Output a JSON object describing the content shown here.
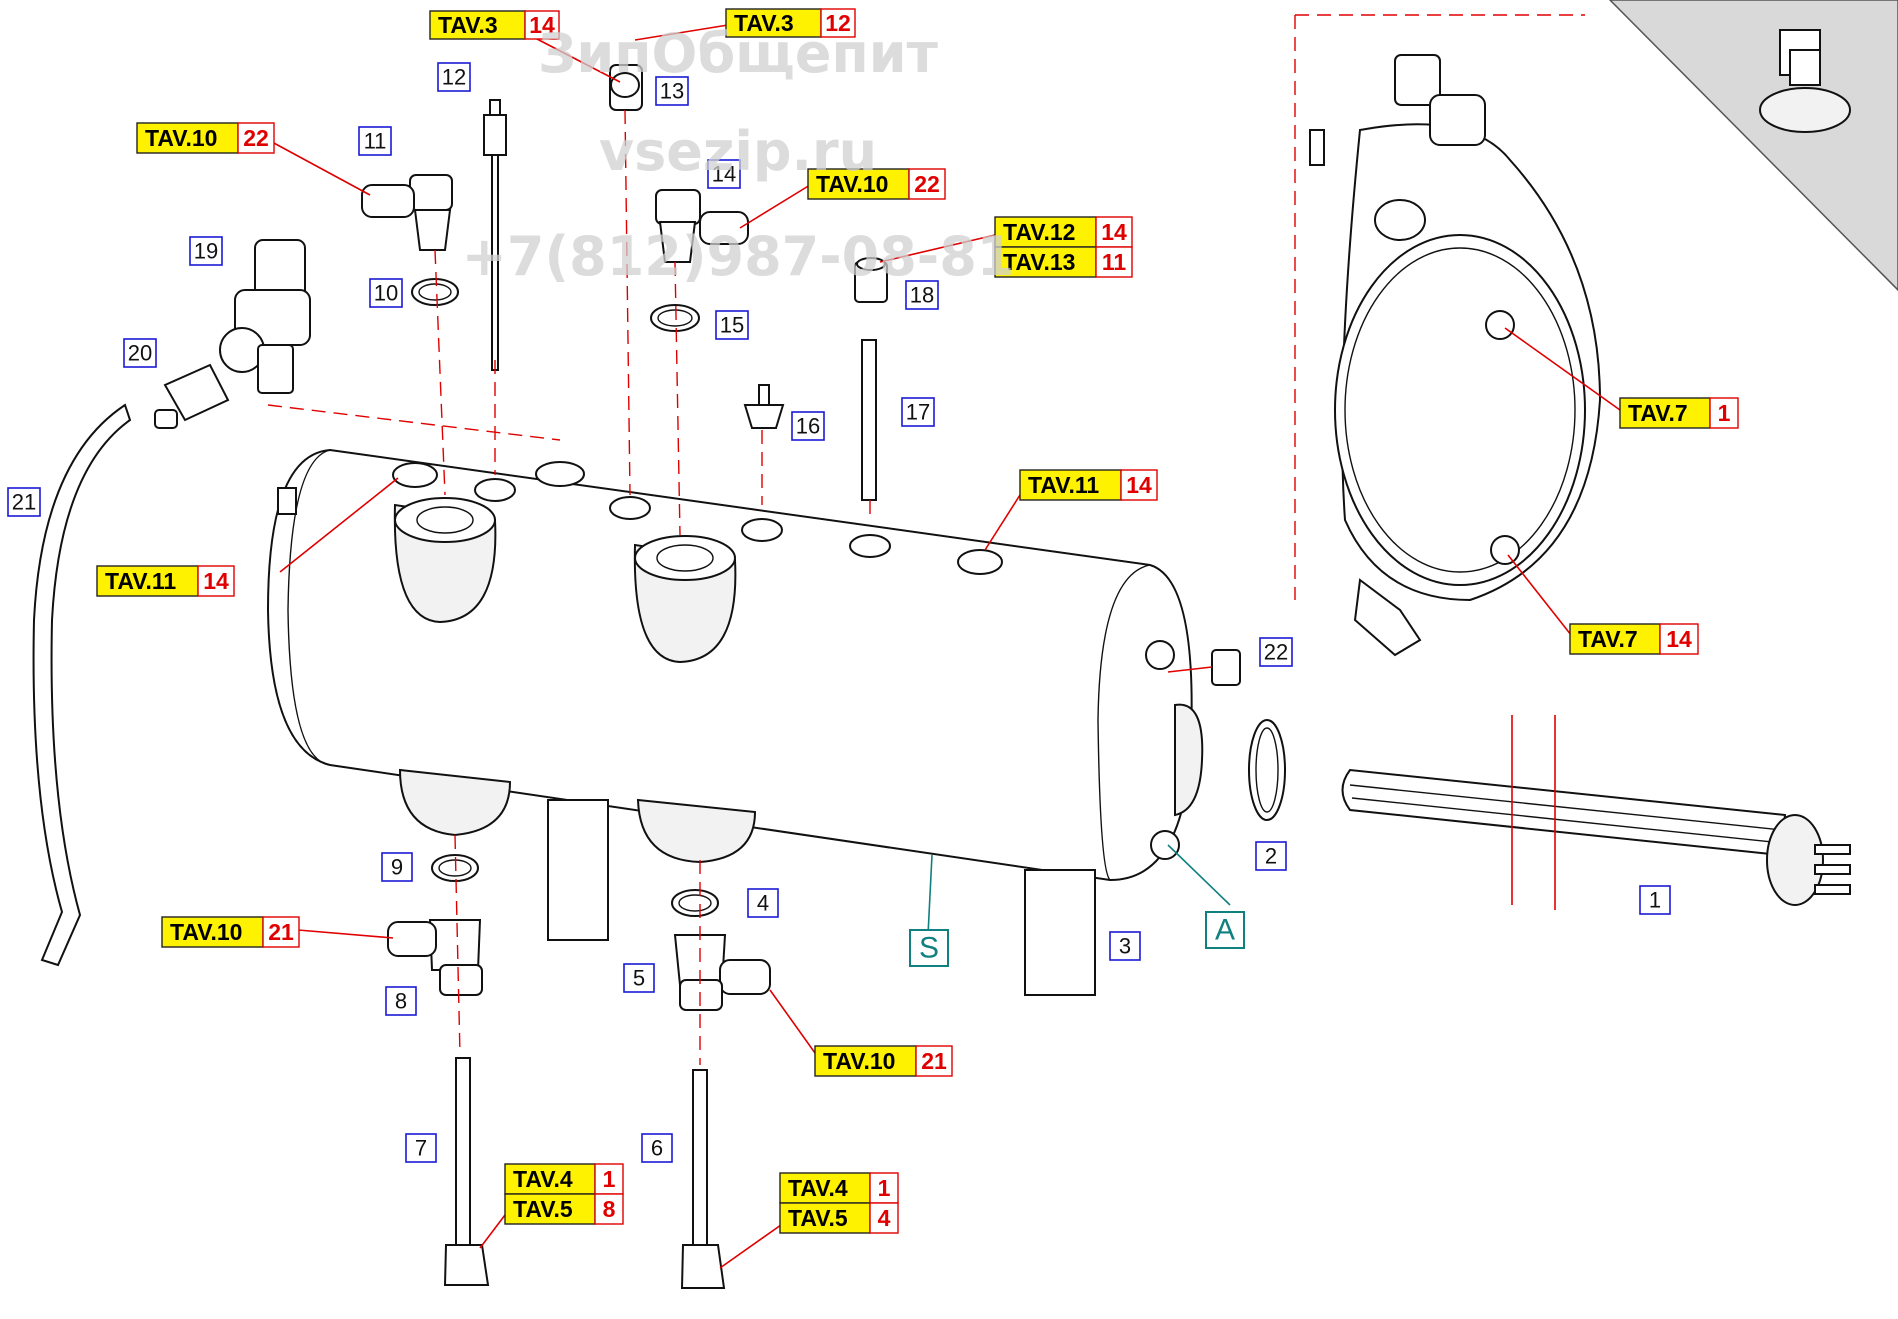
{
  "watermark": {
    "line1": "ЗипОбщепит",
    "line2": "vsezip.ru",
    "line3": "+7(812)987-08-81"
  },
  "part_numbers": [
    "1",
    "2",
    "3",
    "4",
    "5",
    "6",
    "7",
    "8",
    "9",
    "10",
    "11",
    "12",
    "13",
    "14",
    "15",
    "16",
    "17",
    "18",
    "19",
    "20",
    "21",
    "22"
  ],
  "connection_labels": {
    "s": "S",
    "a": "A"
  },
  "references": [
    {
      "key": "TAV.3",
      "num": "14"
    },
    {
      "key": "TAV.3",
      "num": "12"
    },
    {
      "key": "TAV.10",
      "num": "22"
    },
    {
      "key": "TAV.10",
      "num": "22"
    },
    {
      "key": "TAV.12",
      "num": "14"
    },
    {
      "key": "TAV.13",
      "num": "11"
    },
    {
      "key": "TAV.11",
      "num": "14"
    },
    {
      "key": "TAV.11",
      "num": "14"
    },
    {
      "key": "TAV.7",
      "num": "1"
    },
    {
      "key": "TAV.7",
      "num": "14"
    },
    {
      "key": "TAV.10",
      "num": "21"
    },
    {
      "key": "TAV.10",
      "num": "21"
    },
    {
      "key": "TAV.4",
      "num": "1"
    },
    {
      "key": "TAV.5",
      "num": "8"
    },
    {
      "key": "TAV.4",
      "num": "1"
    },
    {
      "key": "TAV.5",
      "num": "4"
    }
  ],
  "colors": {
    "reference_key_fill": "#fff200",
    "reference_number_red": "#e00000",
    "part_number_border": "#1a1ad6",
    "connection_label_teal": "#108080"
  }
}
